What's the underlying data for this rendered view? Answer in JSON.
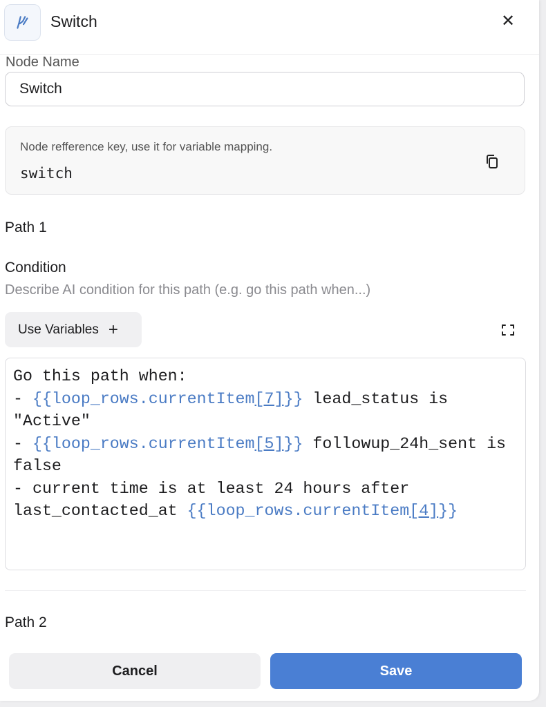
{
  "header": {
    "title": "Switch",
    "icon": "switch-node-icon",
    "close_icon": "close-icon",
    "close_glyph": "✕"
  },
  "node_name": {
    "label": "Node Name",
    "value": "Switch"
  },
  "reference": {
    "hint": "Node refference key, use it for variable mapping.",
    "key": "switch",
    "copy_icon": "copy-icon"
  },
  "path1": {
    "title": "Path 1",
    "condition_label": "Condition",
    "condition_description": "Describe AI condition for this path (e.g. go this path when...)",
    "use_variables_label": "Use Variables",
    "plus_glyph": "+",
    "expand_icon": "expand-icon",
    "editor": {
      "line1": "Go this path when:",
      "line2": {
        "prefix": "- ",
        "var_open": "{{loop_rows.currentItem",
        "index": "[7]",
        "var_close": "}}",
        "rest": " lead_status is \"Active\""
      },
      "line3": {
        "prefix": "- ",
        "var_open": "{{loop_rows.currentItem",
        "index": "[5]",
        "var_close": "}}",
        "rest": " followup_24h_sent is false"
      },
      "line4": {
        "prefix": "- current time is at least 24 hours after last_contacted_at ",
        "var_open": "{{loop_rows.currentItem",
        "index": "[4]",
        "var_close": "}}"
      }
    }
  },
  "path2": {
    "title": "Path 2"
  },
  "footer": {
    "cancel_label": "Cancel",
    "save_label": "Save"
  },
  "colors": {
    "accent": "#4a7fd4",
    "variable": "#4a7bc4"
  }
}
